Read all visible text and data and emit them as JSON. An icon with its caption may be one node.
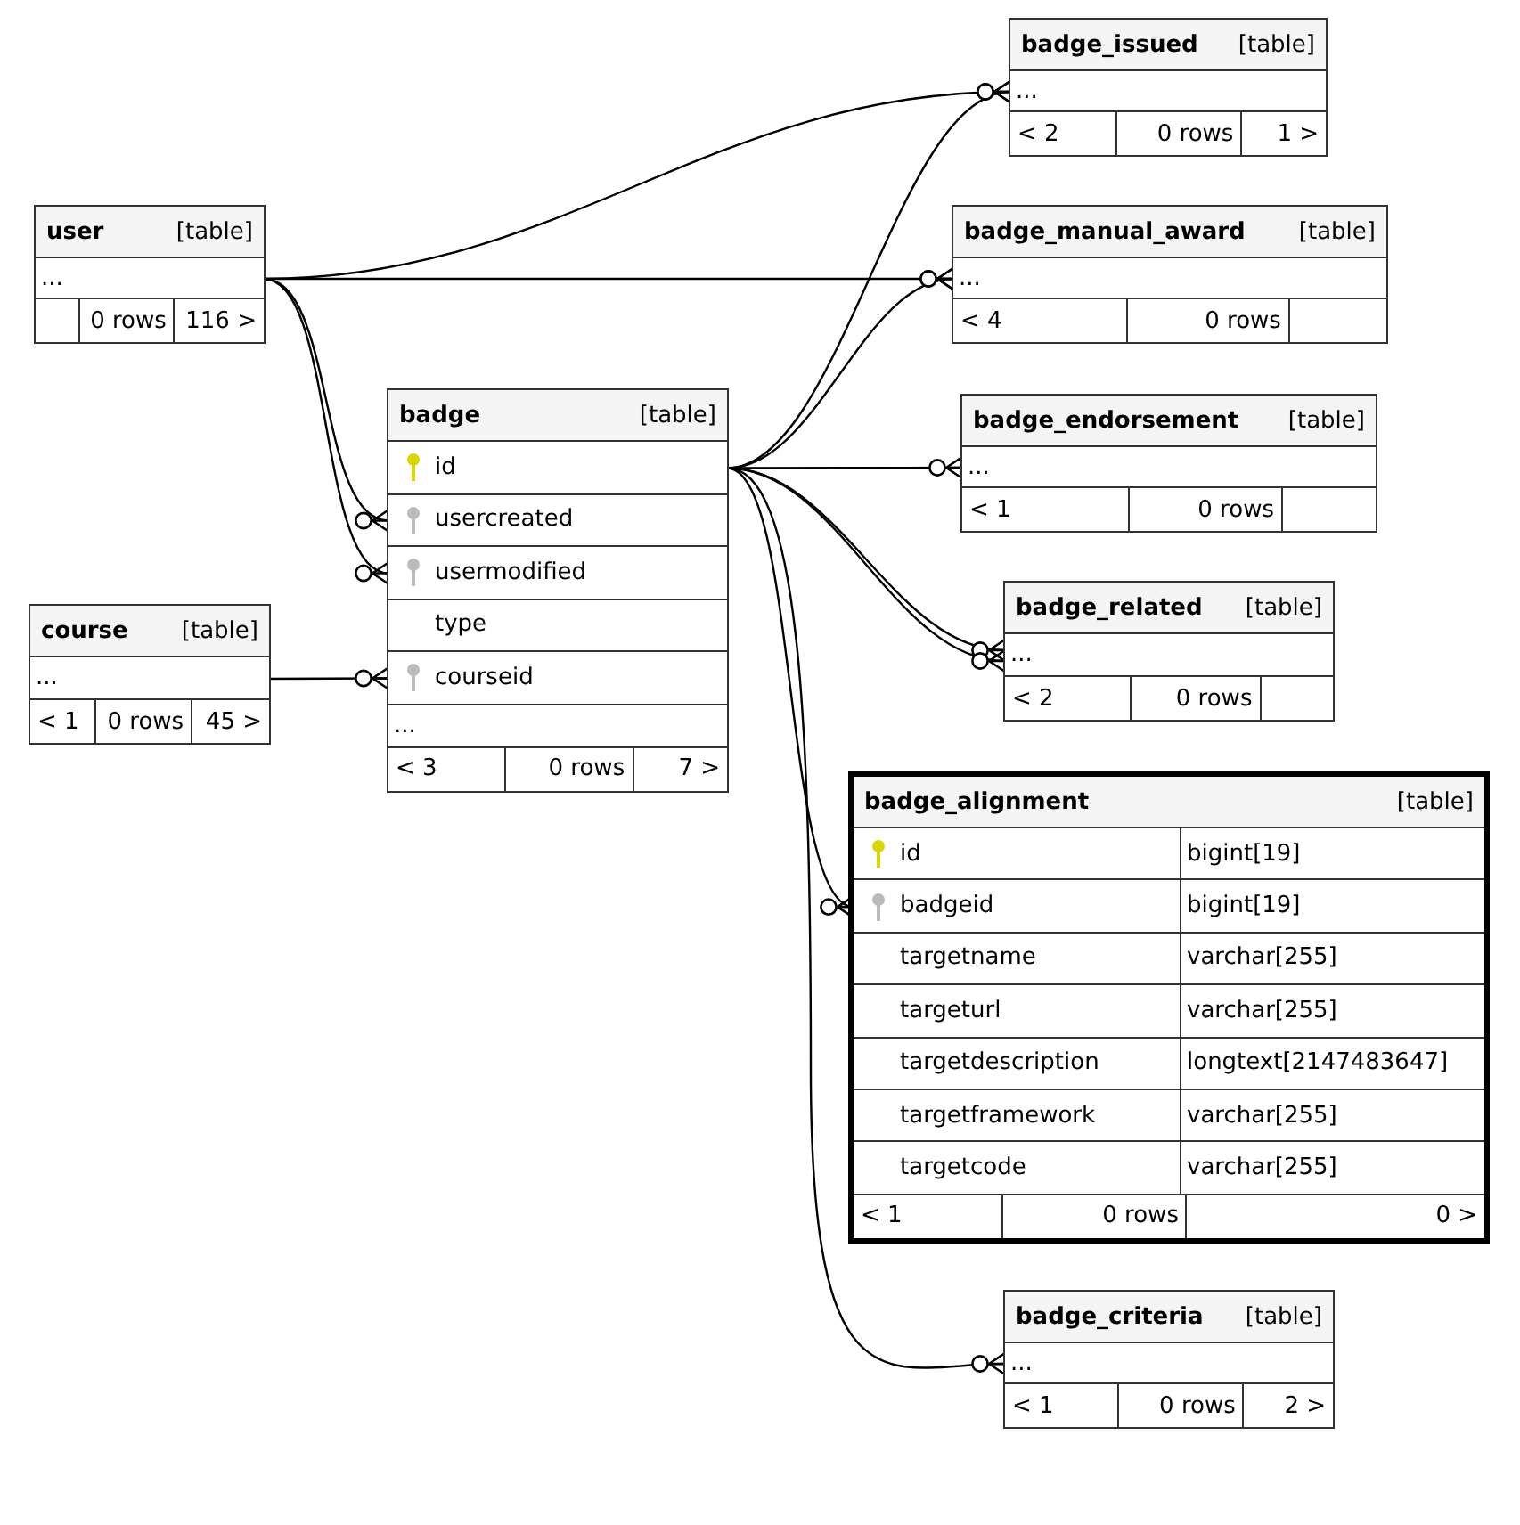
{
  "diagram": {
    "nodes": [
      {
        "text": [
          "badge_issued",
          "[table]"
        ]
      },
      {
        "text": [
          "..."
        ],
        "in": 0
      },
      {
        "text": [
          "< 2",
          "0 rows",
          "1 >"
        ],
        "in": 0
      },
      {
        "text": [
          "user",
          "[table]"
        ]
      },
      {
        "text": [
          "..."
        ],
        "in": 3
      },
      {
        "text": [
          "0 rows",
          "116 >"
        ],
        "in": 3
      },
      {
        "text": [
          "badge_manual_award",
          "[table]"
        ]
      },
      {
        "text": [
          "..."
        ],
        "in": 6
      },
      {
        "text": [
          "< 4",
          "0 rows"
        ],
        "in": 6
      },
      {
        "text": [
          "badge",
          "[table]"
        ]
      },
      {
        "text": [
          "id"
        ],
        "in": 9
      },
      {
        "text": [
          "usercreated"
        ],
        "in": 9
      },
      {
        "text": [
          "usermodified"
        ],
        "in": 9
      },
      {
        "text": [
          "type"
        ],
        "in": 9
      },
      {
        "text": [
          "courseid"
        ],
        "in": 9
      },
      {
        "text": [
          "..."
        ],
        "in": 9
      },
      {
        "text": [
          "< 3",
          "0 rows",
          "7 >"
        ],
        "in": 9
      },
      {
        "text": [
          "badge_endorsement",
          "[table]"
        ]
      },
      {
        "text": [
          "..."
        ],
        "in": 17
      },
      {
        "text": [
          "< 1",
          "0 rows"
        ],
        "in": 17
      },
      {
        "text": [
          "course",
          "[table]"
        ]
      },
      {
        "text": [
          "..."
        ],
        "in": 20
      },
      {
        "text": [
          "< 1",
          "0 rows",
          "45 >"
        ],
        "in": 20
      },
      {
        "text": [
          "badge_related",
          "[table]"
        ]
      },
      {
        "text": [
          "..."
        ],
        "in": 23
      },
      {
        "text": [
          "< 2",
          "0 rows"
        ],
        "in": 23
      },
      {
        "text": [
          "badge_alignment",
          "[table]"
        ]
      },
      {
        "text": [
          "id",
          "bigint[19]"
        ],
        "in": 26
      },
      {
        "text": [
          "badgeid",
          "bigint[19]"
        ],
        "in": 26
      },
      {
        "text": [
          "targetname",
          "varchar[255]"
        ],
        "in": 26
      },
      {
        "text": [
          "targeturl",
          "varchar[255]"
        ],
        "in": 26
      },
      {
        "text": [
          "targetdescription",
          "longtext[2147483647]"
        ],
        "in": 26
      },
      {
        "text": [
          "targetframework",
          "varchar[255]"
        ],
        "in": 26
      },
      {
        "text": [
          "targetcode",
          "varchar[255]"
        ],
        "in": 26
      },
      {
        "text": [
          "< 1",
          "0 rows",
          "0 >"
        ],
        "in": 26
      },
      {
        "text": [
          "badge_criteria",
          "[table]"
        ]
      },
      {
        "text": [
          "..."
        ],
        "in": 35
      },
      {
        "text": [
          "< 1",
          "0 rows",
          "2 >"
        ],
        "in": 35
      }
    ],
    "edges": [
      {
        "from": 4,
        "to": 1,
        "arrow": "other"
      },
      {
        "from": 4,
        "to": 7,
        "arrow": "other"
      },
      {
        "from": 4,
        "to": 11,
        "arrow": "other"
      },
      {
        "from": 4,
        "to": 12,
        "arrow": "other"
      },
      {
        "from": 21,
        "to": 14,
        "arrow": "other"
      },
      {
        "from": 10,
        "to": 1,
        "arrow": "other"
      },
      {
        "from": 10,
        "to": 7,
        "arrow": "other"
      },
      {
        "from": 10,
        "to": 18,
        "arrow": "other"
      },
      {
        "from": 10,
        "to": 24,
        "arrow": "other"
      },
      {
        "from": 10,
        "to": 24,
        "arrow": "other"
      },
      {
        "from": 10,
        "to": 28,
        "arrow": "other"
      },
      {
        "from": 10,
        "to": 36,
        "arrow": "other"
      }
    ]
  }
}
